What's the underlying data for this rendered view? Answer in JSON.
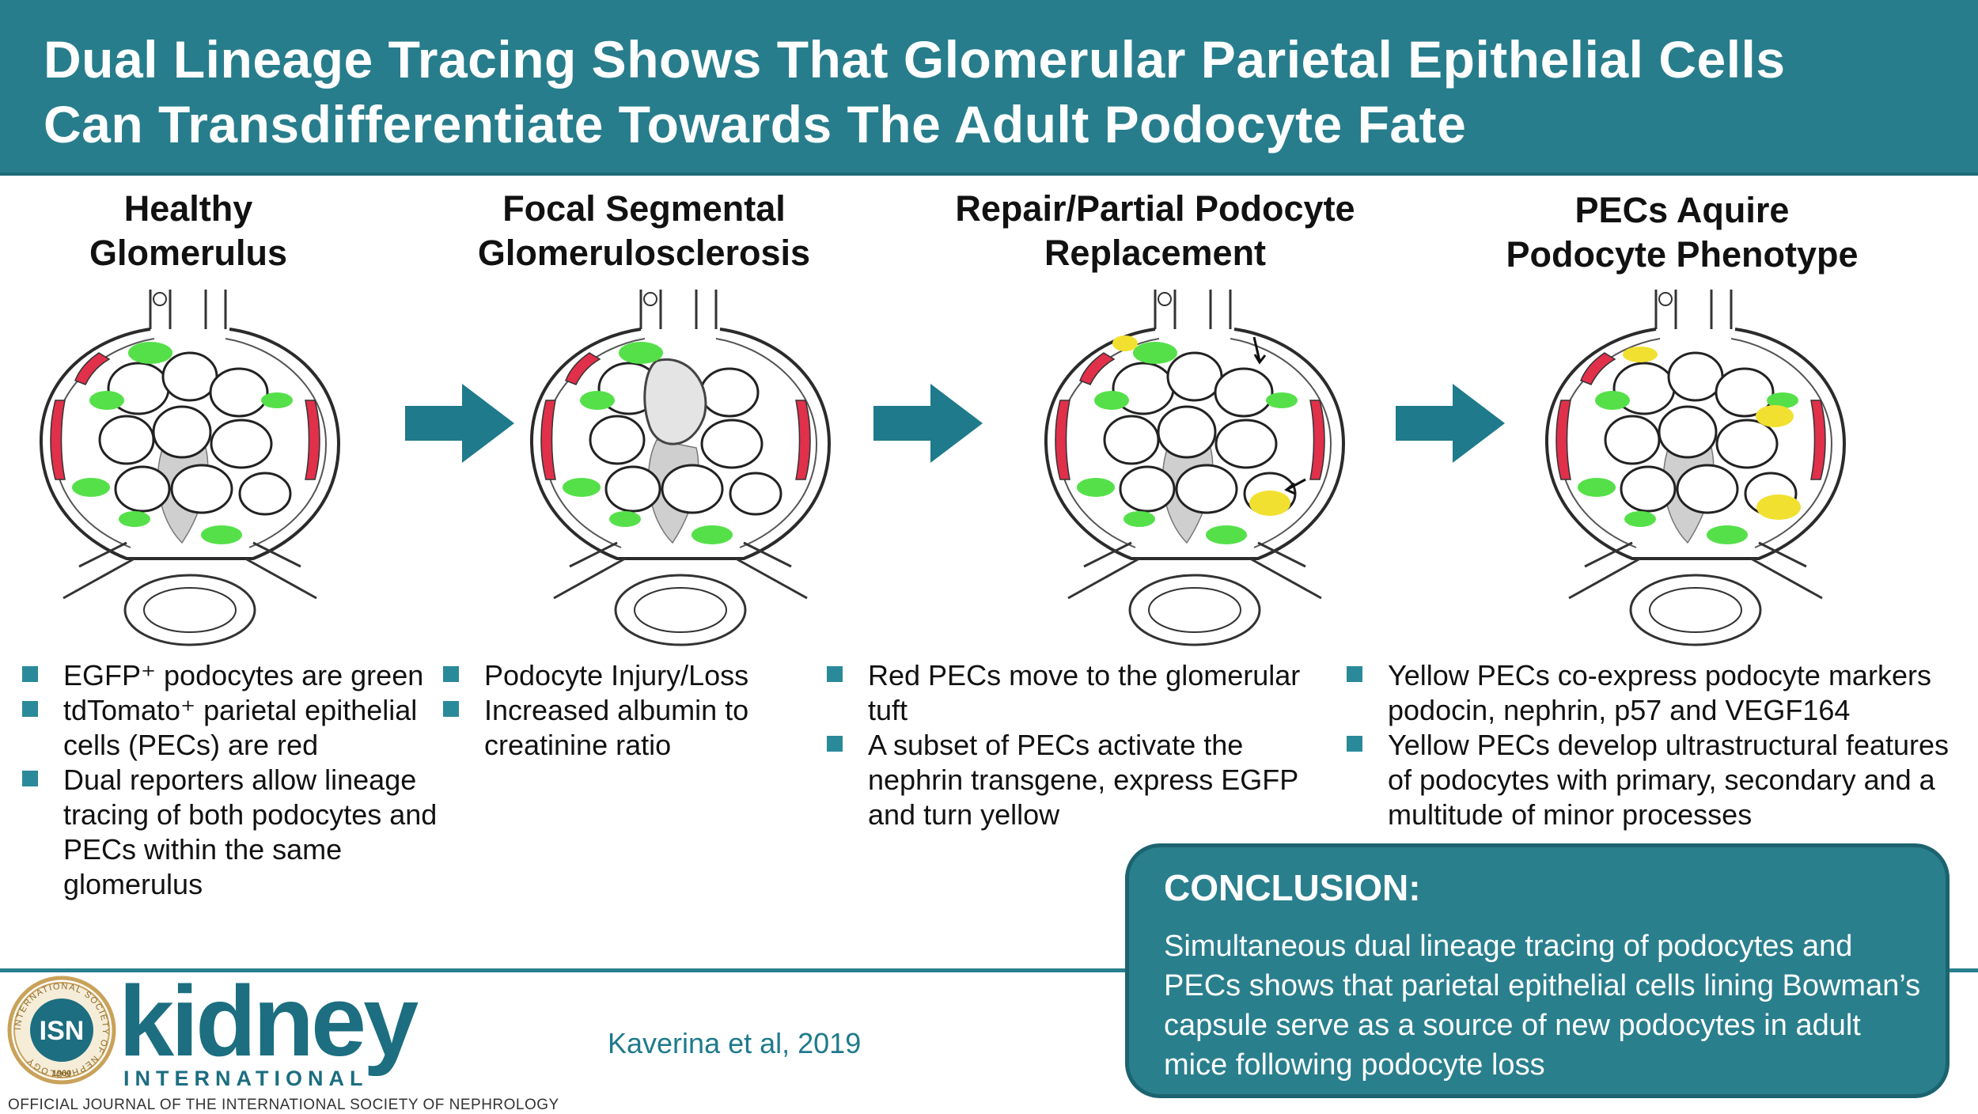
{
  "header": {
    "title_line1": "Dual Lineage Tracing Shows That Glomerular Parietal Epithelial Cells",
    "title_line2": "Can Transdifferentiate Towards The Adult Podocyte Fate"
  },
  "panels": [
    {
      "title_line1": "Healthy",
      "title_line2": "Glomerulus",
      "bullets": [
        "EGFP⁺ podocytes are green",
        "tdTomato⁺ parietal epithelial cells (PECs) are red",
        "Dual reporters allow lineage tracing of both podocytes and PECs within the same glomerulus"
      ]
    },
    {
      "title_line1": "Focal Segmental",
      "title_line2": "Glomerulosclerosis",
      "bullets": [
        "Podocyte Injury/Loss",
        "Increased albumin to creatinine ratio"
      ]
    },
    {
      "title_line1": "Repair/Partial Podocyte",
      "title_line2": "Replacement",
      "bullets": [
        "Red PECs move to the glomerular tuft",
        "A subset of PECs activate the nephrin transgene, express EGFP and turn yellow"
      ]
    },
    {
      "title_line1": "PECs Aquire",
      "title_line2": "Podocyte Phenotype",
      "bullets": [
        "Yellow PECs co-express podocyte markers podocin, nephrin, p57 and VEGF164",
        "Yellow PECs develop ultrastructural features of podocytes with primary, secondary and a multitude of minor processes"
      ]
    }
  ],
  "conclusion": {
    "heading": "CONCLUSION:",
    "text": "Simultaneous dual lineage tracing of podocytes and PECs shows that parietal epithelial cells lining Bowman’s capsule serve as a source of new podocytes in adult mice following podocyte loss"
  },
  "footer": {
    "logo_text": "ISN",
    "logo_ring_text": "INTERNATIONAL SOCIETY OF NEPHROLOGY",
    "logo_year": "1960",
    "brand": "kidney",
    "brand_sub": "INTERNATIONAL",
    "journal_line": "OFFICIAL JOURNAL OF THE INTERNATIONAL SOCIETY OF NEPHROLOGY",
    "citation": "Kaverina et al, 2019"
  },
  "colors": {
    "header_bg": "#277d8c",
    "podocyte_green": "#55e04a",
    "pec_red": "#e0304a",
    "transdiff_yellow": "#f2e030",
    "arrow": "#1f7a8c"
  },
  "icons": [
    "right-arrow-icon",
    "down-arrow-icon",
    "left-arrow-icon",
    "isn-seal-icon"
  ]
}
